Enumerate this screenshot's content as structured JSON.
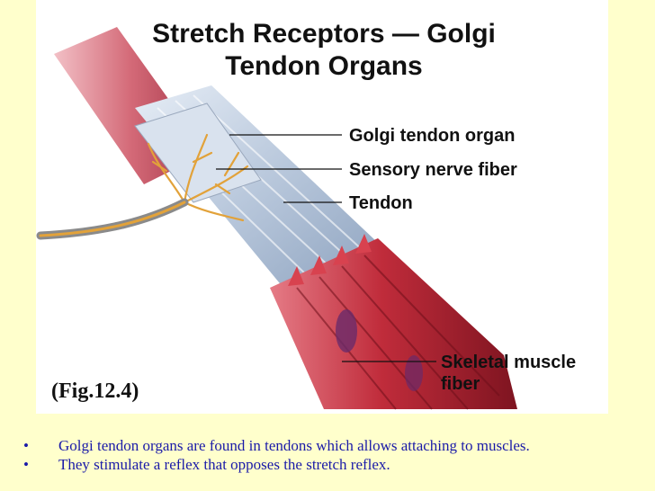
{
  "title": {
    "line1": "Stretch Receptors — Golgi",
    "line2": "Tendon Organs"
  },
  "labels": {
    "golgi_tendon_organ": "Golgi tendon organ",
    "sensory_nerve_fiber": "Sensory nerve fiber",
    "tendon": "Tendon",
    "skeletal_muscle_line1": "Skeletal muscle",
    "skeletal_muscle_line2": "fiber"
  },
  "figure_reference": "(Fig.12.4)",
  "bullets": [
    "Golgi tendon organs are found in tendons which allows attaching to muscles.",
    "They stimulate a reflex that opposes the stretch reflex."
  ],
  "colors": {
    "slide_background": "#ffffcc",
    "bullet_text": "#1a1aa8",
    "muscle": "#c8323f",
    "tendon": "#c9d6e6",
    "nerve": "#e2a23a"
  }
}
